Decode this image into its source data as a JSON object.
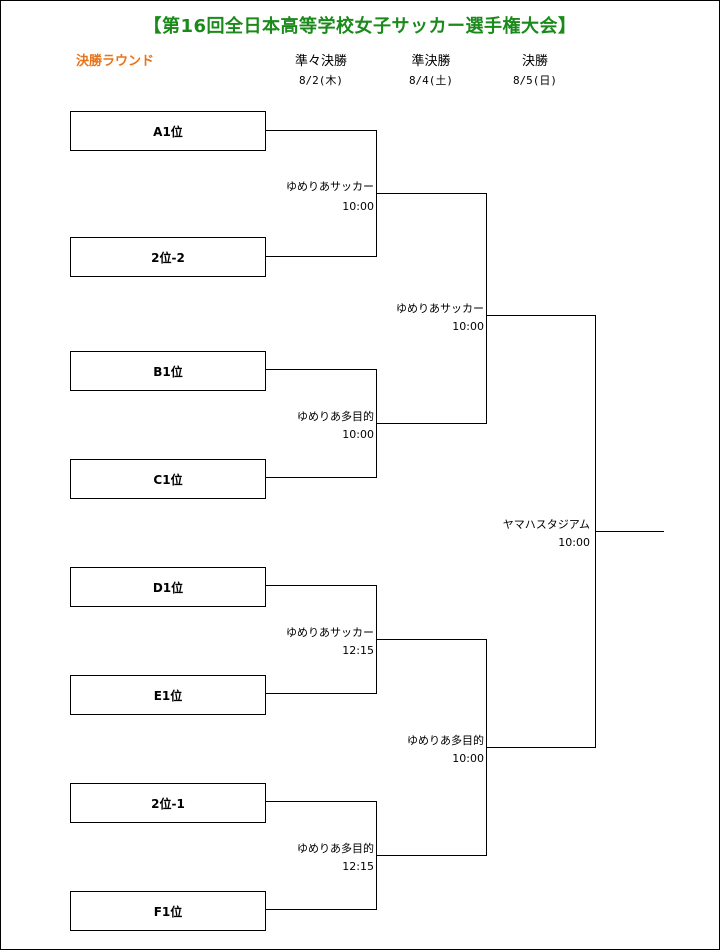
{
  "title": "【第16回全日本高等学校女子サッカー選手権大会】",
  "round_label": "決勝ラウンド",
  "columns": [
    {
      "label": "準々決勝",
      "date": "8/2(木)"
    },
    {
      "label": "準決勝",
      "date": "8/4(土)"
    },
    {
      "label": "決勝",
      "date": "8/5(日)"
    }
  ],
  "teams": [
    "A1位",
    "2位-2",
    "B1位",
    "C1位",
    "D1位",
    "E1位",
    "2位-1",
    "F1位"
  ],
  "quarterfinals": [
    {
      "venue": "ゆめりあサッカー",
      "time": "10:00"
    },
    {
      "venue": "ゆめりあ多目的",
      "time": "10:00"
    },
    {
      "venue": "ゆめりあサッカー",
      "time": "12:15"
    },
    {
      "venue": "ゆめりあ多目的",
      "time": "12:15"
    }
  ],
  "semifinals": [
    {
      "venue": "ゆめりあサッカー",
      "time": "10:00"
    },
    {
      "venue": "ゆめりあ多目的",
      "time": "10:00"
    }
  ],
  "final": {
    "venue": "ヤマハスタジアム",
    "time": "10:00"
  }
}
